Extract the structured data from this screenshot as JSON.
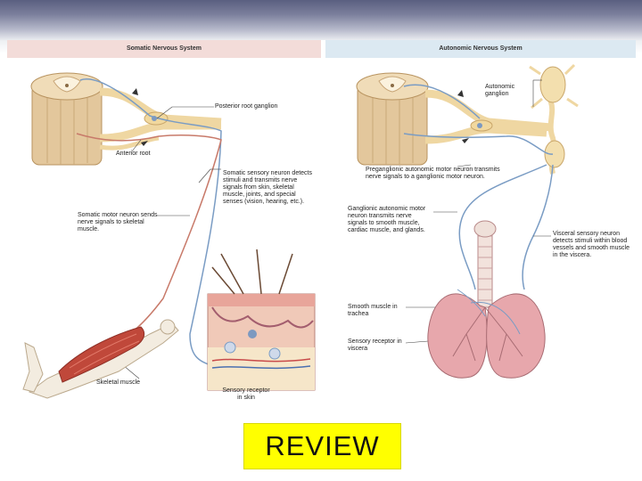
{
  "somatic": {
    "title": "Somatic Nervous System",
    "labels": {
      "posterior_root_ganglion": "Posterior root ganglion",
      "anterior_root": "Anterior root",
      "sensory_neuron": "Somatic sensory neuron detects stimuli and transmits nerve signals from skin, skeletal muscle, joints, and special senses (vision, hearing, etc.).",
      "motor_neuron": "Somatic motor neuron sends nerve signals to skeletal muscle.",
      "skeletal_muscle": "Skeletal muscle",
      "sensory_receptor_skin": "Sensory receptor in skin"
    }
  },
  "autonomic": {
    "title": "Autonomic Nervous System",
    "labels": {
      "autonomic_ganglion": "Autonomic ganglion",
      "preganglionic": "Preganglionic autonomic motor neuron transmits nerve signals to a ganglionic motor neuron.",
      "ganglionic": "Ganglionic autonomic motor neuron transmits nerve signals to smooth muscle, cardiac muscle, and glands.",
      "visceral_sensory": "Visceral sensory neuron detects stimuli within blood vessels and smooth muscle in the viscera.",
      "smooth_muscle_trachea": "Smooth muscle in trachea",
      "sensory_receptor_viscera": "Sensory receptor in viscera"
    }
  },
  "footer": {
    "review_label": "REVIEW"
  },
  "colors": {
    "spinal_cord": "#e3c79c",
    "nerve_yellow": "#f1dcaa",
    "sensory_blue": "#7a9cc4",
    "motor_red": "#c87a6a",
    "muscle_red": "#c0483a",
    "lung_pink": "#e7a7ac",
    "review_yellow": "#ffff00"
  }
}
